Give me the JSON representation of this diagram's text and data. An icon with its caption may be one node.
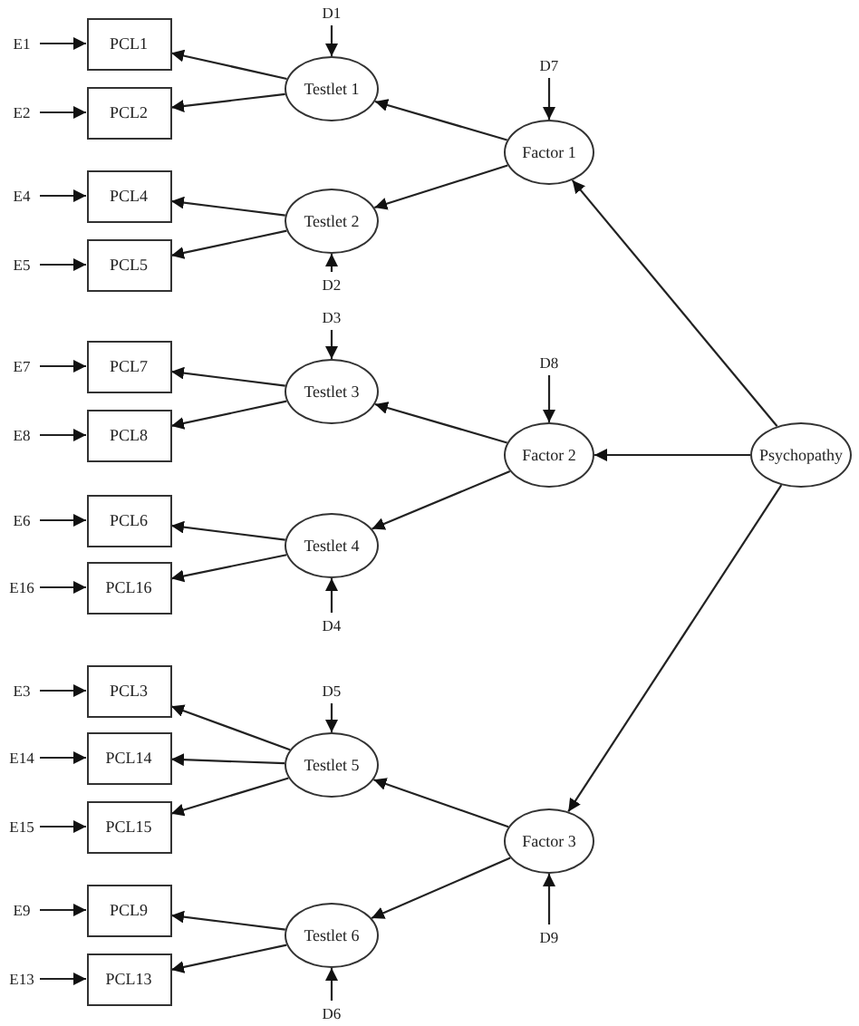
{
  "diagram": {
    "nodes": [
      {
        "text": [
          "D1"
        ]
      },
      {
        "text": [
          "E1"
        ]
      },
      {
        "text": [
          "PCL1"
        ]
      },
      {
        "text": [
          "Testlet 1"
        ]
      },
      {
        "text": [
          "D7"
        ]
      },
      {
        "text": [
          "E2"
        ]
      },
      {
        "text": [
          "PCL2"
        ]
      },
      {
        "text": [
          "Factor 1"
        ]
      },
      {
        "text": [
          "E4"
        ]
      },
      {
        "text": [
          "PCL4"
        ]
      },
      {
        "text": [
          "Testlet 2"
        ]
      },
      {
        "text": [
          "E5"
        ]
      },
      {
        "text": [
          "PCL5"
        ]
      },
      {
        "text": [
          "D2"
        ]
      },
      {
        "text": [
          "D3"
        ]
      },
      {
        "text": [
          "E7"
        ]
      },
      {
        "text": [
          "PCL7"
        ]
      },
      {
        "text": [
          "Testlet 3"
        ]
      },
      {
        "text": [
          "D8"
        ]
      },
      {
        "text": [
          "E8"
        ]
      },
      {
        "text": [
          "PCL8"
        ]
      },
      {
        "text": [
          "Factor 2"
        ]
      },
      {
        "text": [
          "Psychopathy"
        ]
      },
      {
        "text": [
          "E6"
        ]
      },
      {
        "text": [
          "PCL6"
        ]
      },
      {
        "text": [
          "Testlet 4"
        ]
      },
      {
        "text": [
          "E16"
        ]
      },
      {
        "text": [
          "PCL16"
        ]
      },
      {
        "text": [
          "D4"
        ]
      },
      {
        "text": [
          "D5"
        ]
      },
      {
        "text": [
          "E3"
        ]
      },
      {
        "text": [
          "PCL3"
        ]
      },
      {
        "text": [
          "E14"
        ]
      },
      {
        "text": [
          "PCL14"
        ]
      },
      {
        "text": [
          "Testlet 5"
        ]
      },
      {
        "text": [
          "E15"
        ]
      },
      {
        "text": [
          "PCL15"
        ]
      },
      {
        "text": [
          "Factor 3"
        ]
      },
      {
        "text": [
          "E9"
        ]
      },
      {
        "text": [
          "PCL9"
        ]
      },
      {
        "text": [
          "Testlet 6"
        ]
      },
      {
        "text": [
          "D9"
        ]
      },
      {
        "text": [
          "E13"
        ]
      },
      {
        "text": [
          "PCL13"
        ]
      },
      {
        "text": [
          "D6"
        ]
      }
    ],
    "edges": [
      {
        "from": 1,
        "to": 2,
        "arrow": "to"
      },
      {
        "from": 5,
        "to": 6,
        "arrow": "to"
      },
      {
        "from": 8,
        "to": 9,
        "arrow": "to"
      },
      {
        "from": 11,
        "to": 12,
        "arrow": "to"
      },
      {
        "from": 15,
        "to": 16,
        "arrow": "to"
      },
      {
        "from": 19,
        "to": 20,
        "arrow": "to"
      },
      {
        "from": 23,
        "to": 24,
        "arrow": "to"
      },
      {
        "from": 26,
        "to": 27,
        "arrow": "to"
      },
      {
        "from": 30,
        "to": 31,
        "arrow": "to"
      },
      {
        "from": 32,
        "to": 33,
        "arrow": "to"
      },
      {
        "from": 35,
        "to": 36,
        "arrow": "to"
      },
      {
        "from": 38,
        "to": 39,
        "arrow": "to"
      },
      {
        "from": 42,
        "to": 43,
        "arrow": "to"
      },
      {
        "from": 3,
        "to": 2,
        "arrow": "to"
      },
      {
        "from": 3,
        "to": 6,
        "arrow": "to"
      },
      {
        "from": 10,
        "to": 9,
        "arrow": "to"
      },
      {
        "from": 10,
        "to": 12,
        "arrow": "to"
      },
      {
        "from": 17,
        "to": 16,
        "arrow": "to"
      },
      {
        "from": 17,
        "to": 20,
        "arrow": "to"
      },
      {
        "from": 25,
        "to": 24,
        "arrow": "to"
      },
      {
        "from": 25,
        "to": 27,
        "arrow": "to"
      },
      {
        "from": 34,
        "to": 31,
        "arrow": "to"
      },
      {
        "from": 34,
        "to": 33,
        "arrow": "to"
      },
      {
        "from": 34,
        "to": 36,
        "arrow": "to"
      },
      {
        "from": 40,
        "to": 39,
        "arrow": "to"
      },
      {
        "from": 40,
        "to": 43,
        "arrow": "to"
      },
      {
        "from": 0,
        "to": 3,
        "arrow": "to"
      },
      {
        "from": 13,
        "to": 10,
        "arrow": "to"
      },
      {
        "from": 14,
        "to": 17,
        "arrow": "to"
      },
      {
        "from": 28,
        "to": 25,
        "arrow": "to"
      },
      {
        "from": 29,
        "to": 34,
        "arrow": "to"
      },
      {
        "from": 44,
        "to": 40,
        "arrow": "to"
      },
      {
        "from": 4,
        "to": 7,
        "arrow": "to"
      },
      {
        "from": 18,
        "to": 21,
        "arrow": "to"
      },
      {
        "from": 41,
        "to": 37,
        "arrow": "to"
      },
      {
        "from": 7,
        "to": 3,
        "arrow": "to"
      },
      {
        "from": 7,
        "to": 10,
        "arrow": "to"
      },
      {
        "from": 21,
        "to": 17,
        "arrow": "to"
      },
      {
        "from": 21,
        "to": 25,
        "arrow": "to"
      },
      {
        "from": 37,
        "to": 34,
        "arrow": "to"
      },
      {
        "from": 37,
        "to": 40,
        "arrow": "to"
      },
      {
        "from": 22,
        "to": 7,
        "arrow": "to"
      },
      {
        "from": 22,
        "to": 21,
        "arrow": "to"
      },
      {
        "from": 22,
        "to": 37,
        "arrow": "to"
      }
    ]
  }
}
